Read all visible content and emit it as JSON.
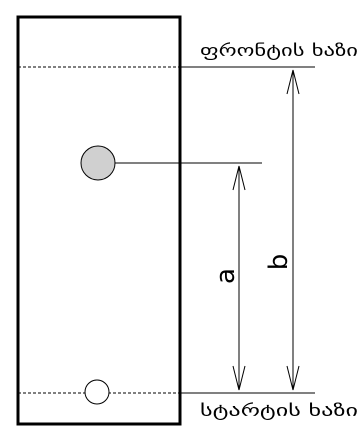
{
  "labels": {
    "front_line": "ფრონტის ხაზი",
    "start_line": "სტარტის ხაზი",
    "dimension_a": "a",
    "dimension_b": "b"
  },
  "colors": {
    "ball_fill": "#d0d0d0",
    "stroke": "#000000",
    "background": "#ffffff"
  }
}
